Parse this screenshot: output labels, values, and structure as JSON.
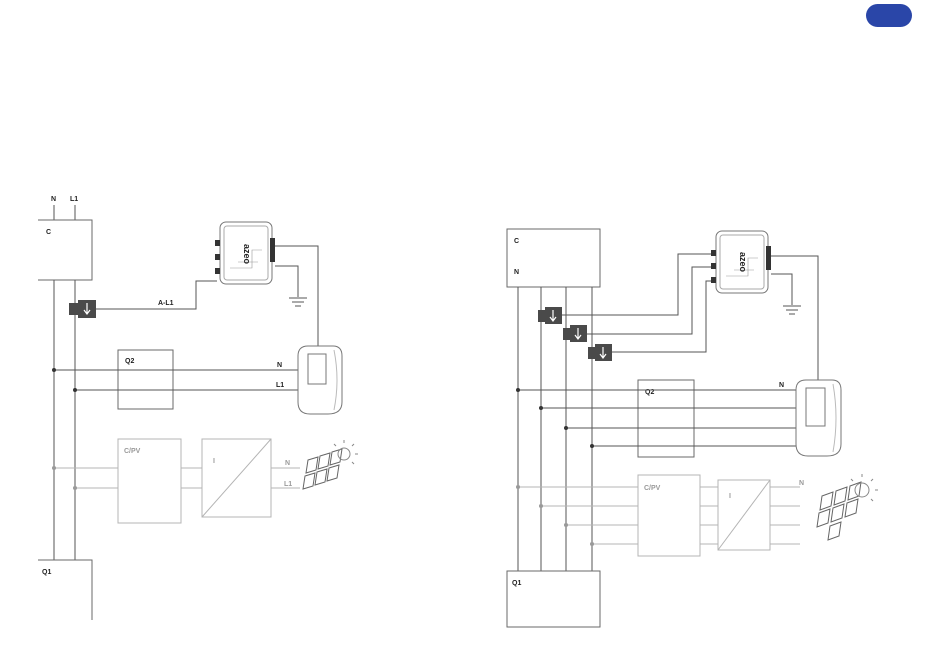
{
  "page_badge": {
    "color": "#2a46a8"
  },
  "left_diagram": {
    "supply_labels": [
      "N",
      "L1"
    ],
    "meter_label": "C",
    "ct_line_label": "A-L1",
    "breaker_label": "Q2",
    "charger_lines": [
      "N",
      "L1"
    ],
    "pv_box_label": "C/PV",
    "inverter_label": "I",
    "pv_lines": [
      "N",
      "L1"
    ],
    "main_breaker_label": "Q1",
    "device_logo": "azeo"
  },
  "right_diagram": {
    "meter_label": "C",
    "meter_neutral_label": "N",
    "breaker_label": "Q2",
    "charger_line_label": "N",
    "pv_box_label": "C/PV",
    "inverter_label": "I",
    "pv_line_label": "N",
    "main_breaker_label": "Q1",
    "device_logo": "azeo"
  },
  "colors": {
    "line": "#555555",
    "grey_line": "#b4b4b4",
    "box": "#6a6a6a",
    "ct_body": "#4a4a4a"
  }
}
